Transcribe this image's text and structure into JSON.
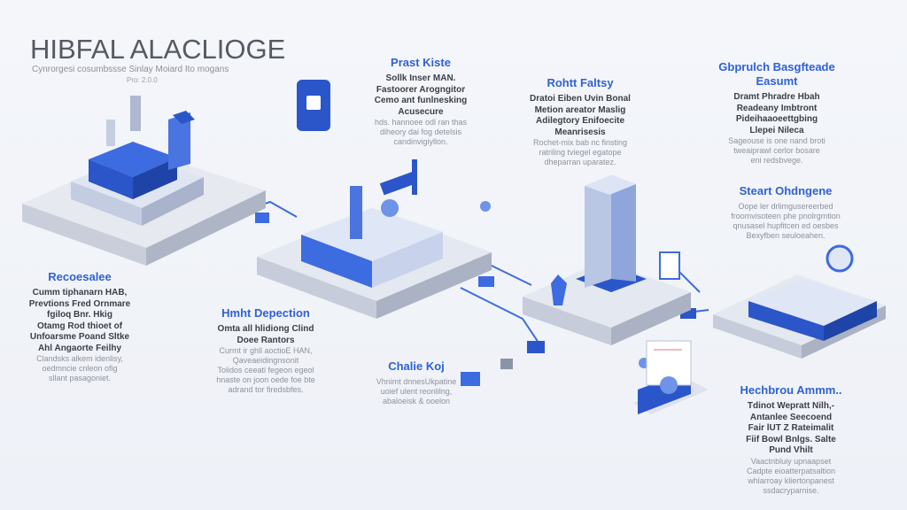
{
  "header": {
    "title": "HIBFAL ALACLIOGE",
    "subtitle": "Cynrorgesi cosumbssse Sinlay Moiard Ito mogans",
    "version": "Pro: 2.0.0"
  },
  "sections": [
    {
      "title": "Prast Kiste",
      "dark": [
        "Sollk Inser MAN.",
        "Fastoorer Arogngitor",
        "Cemo ant funlnesking",
        "Acusecure"
      ],
      "light": [
        "hds. hannoee odl ran thas",
        "diheory dai fog detelsis",
        "candinvigiyllon."
      ]
    },
    {
      "title": "Rohtt Faltsy",
      "dark": [
        "Dratoi Eiben Uvin Bonal",
        "Metion areator Maslig",
        "Adilegtory Enifoecite",
        "Meanrisesis"
      ],
      "light": [
        "Rochet-mix bab nc finsting",
        "ratriling tviegel egatope",
        "dheparran uparatez."
      ]
    },
    {
      "title": "Gbprulch Basgfteade Easumt",
      "dark": [
        "Dramt Phradre Hbah",
        "Readeany Imbtront",
        "Pideihaaoeettgbing",
        "Llepei Nileca"
      ],
      "light": [
        "Sageouse is one nand broti",
        "tweaiprawl cerlor bosare",
        "eni redsbvege."
      ]
    },
    {
      "title": "Steart Ohdngene",
      "dark": [],
      "light": [
        "Oope ler drlimgusereerbed",
        "froomvisoteen phe pnolrgmtion",
        "qnusasel hupfitcen ed oesbes",
        "Bexyfben seuloeahen."
      ]
    },
    {
      "title": "Recoesalee",
      "dark": [
        "Cumm tiphanarn HAB,",
        "Prevtions Fred Ornmare",
        "fgiloq Bnr. Hkig",
        "Otamg Rod thioet of",
        "Unfoarsme Poand Sltke",
        "Ahl Angaorte Feilhy"
      ],
      "light": [
        "Clandsks alkem idenlisy,",
        "oedmncie cnleon ofig",
        "sllant pasagoniet."
      ]
    },
    {
      "title": "Hmht Depection",
      "dark": [
        "Omta all hlidiong Clind",
        "Doee Rantors"
      ],
      "light": [
        "Curmt ir ghll aoctioE HAN,",
        "Qaveaeidingnsonit",
        "Tolidos ceeati fegeon egeol",
        "hnaste on joon oede foe bte",
        "adrand tor firedsbfes."
      ]
    },
    {
      "title": "Chalie Koj",
      "dark": [],
      "light": [
        "Vhnimt dnnesUkpatine",
        "uoief ulent reonlilng,",
        "abaloeisk & ooelon"
      ]
    },
    {
      "title": "Hechbrou Ammm..",
      "dark": [
        "Tdinot Wepratt Nilh,-",
        "Antanlee Seecoend",
        "Fair lUT Z Rateimalit",
        "Fiif Bowl Bnlgs. Salte",
        "Pund Vhilt"
      ],
      "light": [
        "Vaactnbluiy upnaapset",
        "Cadpte eioatterpatsaltion",
        "whlarroay kliertonpanest",
        "ssdacryparnise."
      ]
    }
  ],
  "colors": {
    "accent": "#2f62d6",
    "platform_top": "#e4e8f0",
    "platform_side": "#c3c9d6",
    "blue_dark": "#2b56c9",
    "blue_light": "#6f93e6"
  }
}
